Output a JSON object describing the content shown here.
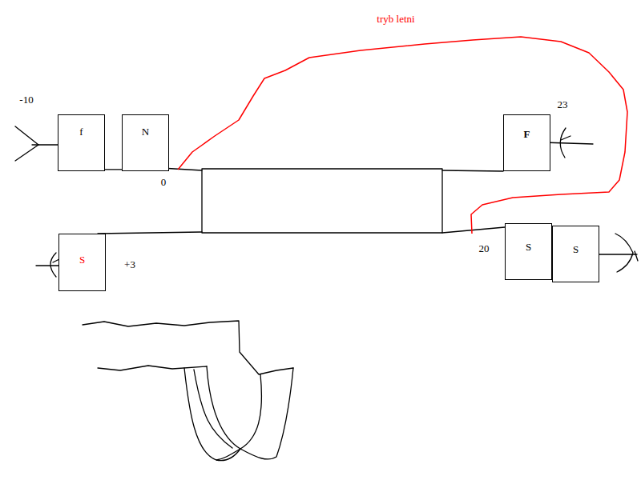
{
  "diagram": {
    "nodes": [
      {
        "text": [
          "f"
        ]
      },
      {
        "text": [
          "N"
        ]
      },
      {
        "text": [
          "F"
        ]
      },
      {
        "text": [
          "S"
        ]
      },
      {
        "text": [
          "S"
        ]
      },
      {
        "text": [
          "S"
        ]
      }
    ],
    "edges": [
      {
        "from": 0,
        "to": 1,
        "arrow": "none"
      },
      {
        "from": 4,
        "to": 5,
        "arrow": "none"
      }
    ],
    "labels": [
      "tryb letni",
      "-10",
      "0",
      "23",
      "+3",
      "20"
    ]
  }
}
